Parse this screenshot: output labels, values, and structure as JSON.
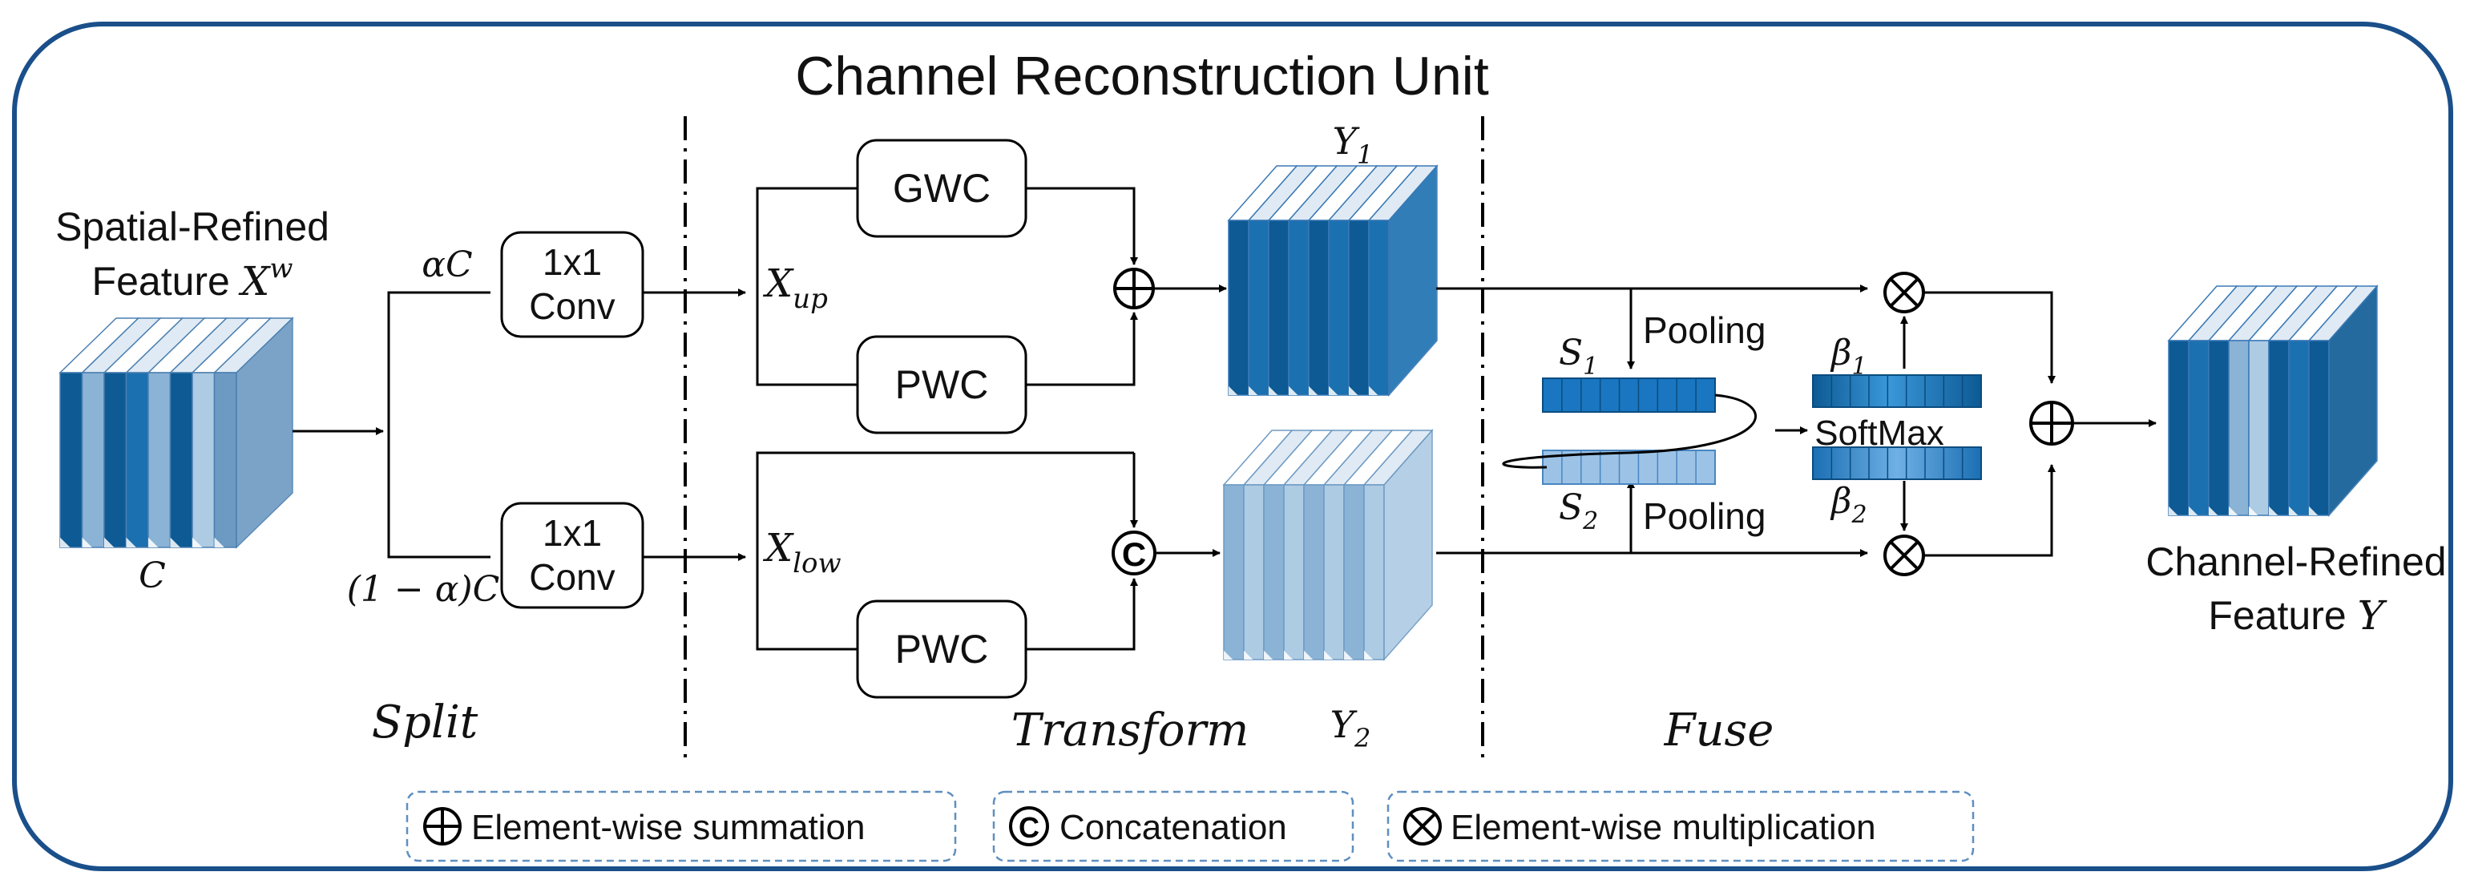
{
  "title": "Channel Reconstruction Unit",
  "input": {
    "label_line1": "Spatial-Refined",
    "label_line2": "Feature ",
    "symbol": "X",
    "superscript": "w",
    "channels": "C"
  },
  "split": {
    "section_label": "Split",
    "upper_ratio": "αC",
    "lower_ratio": "(1 − α)C",
    "conv_line1": "1x1",
    "conv_line2": "Conv"
  },
  "transform": {
    "section_label": "Transform",
    "x_up": {
      "symbol": "X",
      "subscript": "up"
    },
    "x_low": {
      "symbol": "X",
      "subscript": "low"
    },
    "gwc": "GWC",
    "pwc": "PWC",
    "y1": {
      "symbol": "Y",
      "subscript": "1"
    },
    "y2": {
      "symbol": "Y",
      "subscript": "2"
    }
  },
  "fuse": {
    "section_label": "Fuse",
    "pooling": "Pooling",
    "s1": {
      "symbol": "S",
      "subscript": "1"
    },
    "s2": {
      "symbol": "S",
      "subscript": "2"
    },
    "softmax": "SoftMax",
    "beta1": {
      "symbol": "β",
      "subscript": "1"
    },
    "beta2": {
      "symbol": "β",
      "subscript": "2"
    }
  },
  "output": {
    "label_line1": "Channel-Refined",
    "label_line2": "Feature ",
    "symbol": "Y"
  },
  "legend": [
    {
      "symbol": "⊕",
      "label": "Element-wise summation"
    },
    {
      "symbol": "C",
      "label": "Concatenation"
    },
    {
      "symbol": "⊗",
      "label": "Element-wise multiplication"
    }
  ],
  "colors": {
    "frame": "#1a4f8a",
    "dark_blue": "#0d5a94",
    "light_blue": "#7fa8cc",
    "mid_blue": "#2a7fc0"
  }
}
